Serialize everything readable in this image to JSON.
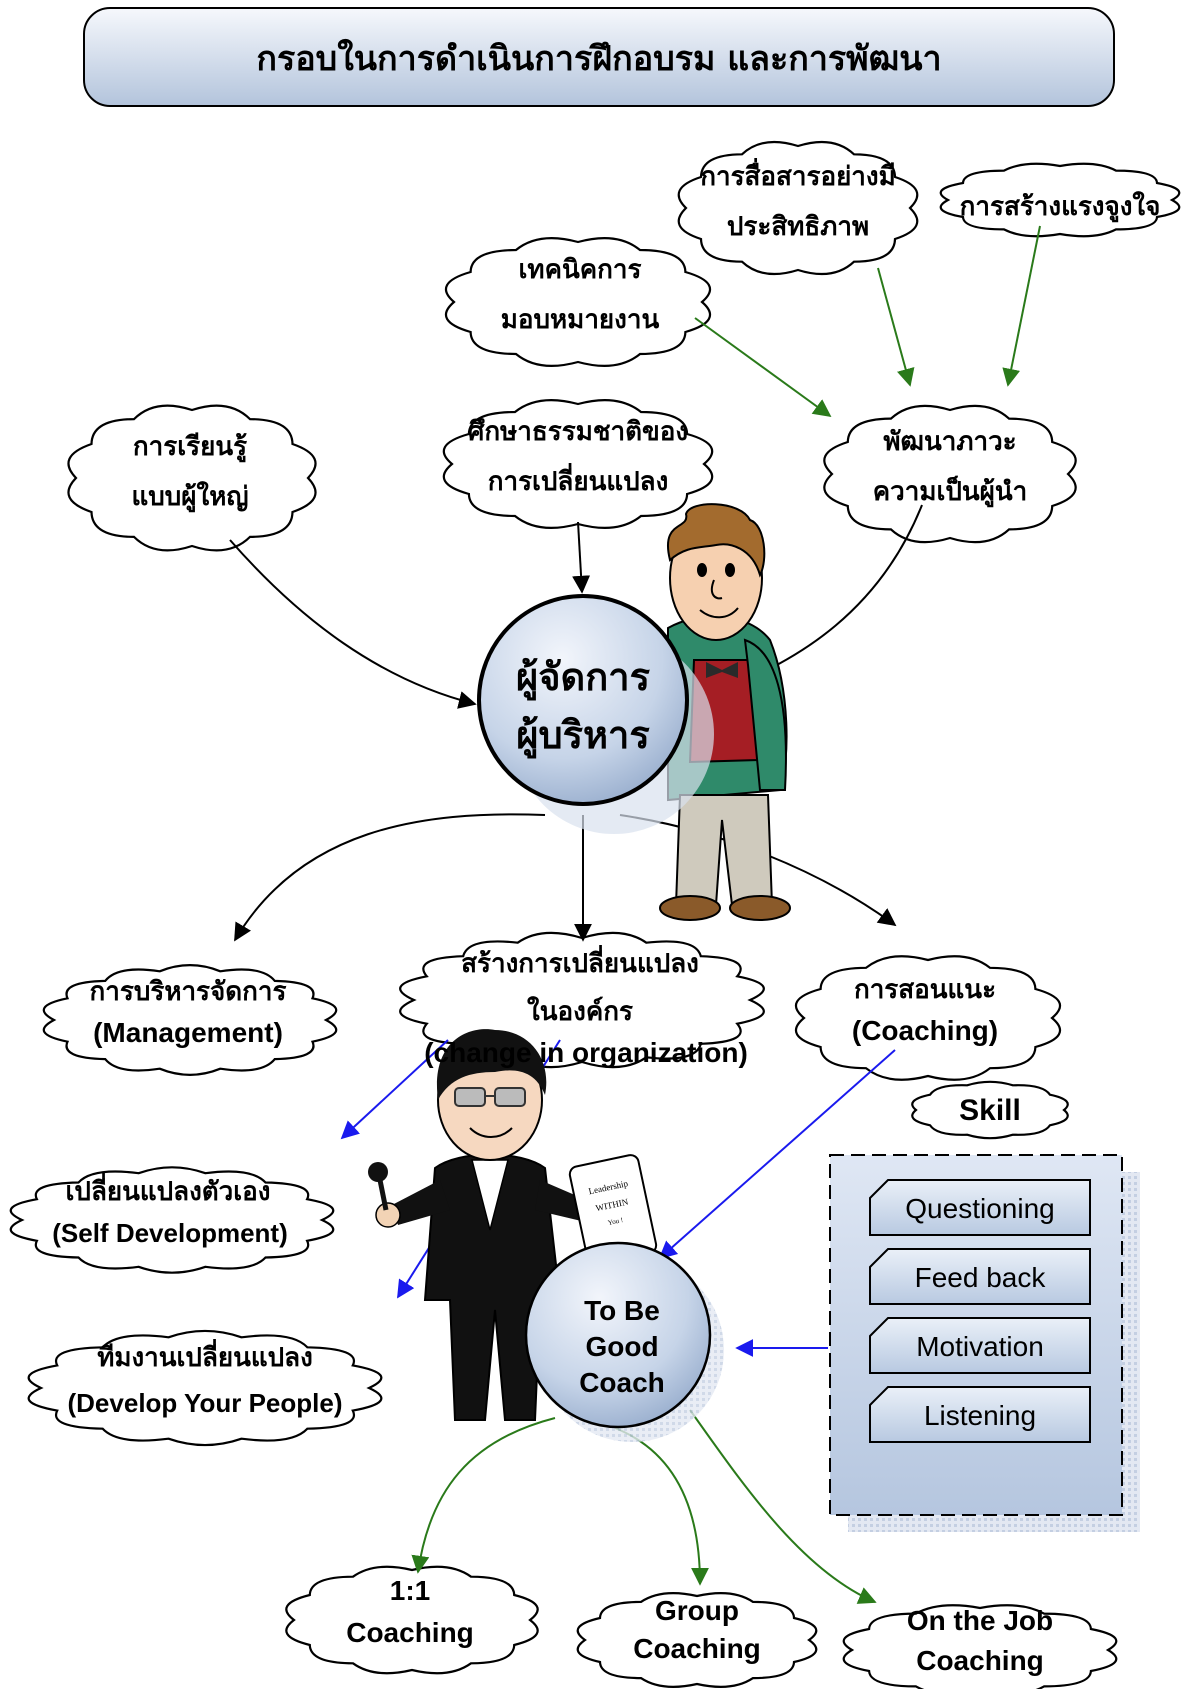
{
  "title": "กรอบในการดำเนินการฝึกอบรม และการพัฒนา",
  "center": {
    "line1": "ผู้จัดการ",
    "line2": "ผู้บริหาร"
  },
  "top_bubbles": {
    "communication": {
      "line1": "การสื่อสารอย่างมี",
      "line2": "ประสิทธิภาพ"
    },
    "motivation": {
      "line1": "การสร้างแรงจูงใจ"
    },
    "delegation": {
      "line1": "เทคนิคการ",
      "line2": "มอบหมายงาน"
    },
    "adult_learning": {
      "line1": "การเรียนรู้",
      "line2": "แบบผู้ใหญ่"
    },
    "nature_of_change": {
      "line1": "ศึกษาธรรมชาติของ",
      "line2": "การเปลี่ยนแปลง"
    },
    "leadership": {
      "line1": "พัฒนาภาวะ",
      "line2": "ความเป็นผู้นำ"
    }
  },
  "middle_bubbles": {
    "management": {
      "line1": "การบริหารจัดการ",
      "line2": "(Management)"
    },
    "change_org": {
      "line1": "สร้างการเปลี่ยนแปลง",
      "line2": "ในองค์กร",
      "line3": "(change in organization)"
    },
    "coaching": {
      "line1": "การสอนแนะ",
      "line2": "(Coaching)"
    }
  },
  "left_bubbles": {
    "self_dev": {
      "line1": "เปลี่ยนแปลงตัวเอง",
      "line2": "(Self Development)"
    },
    "people_dev": {
      "line1": "ทีมงานเปลี่ยนแปลง",
      "line2": "(Develop Your People)"
    }
  },
  "coach": {
    "line1": "To Be",
    "line2": "Good",
    "line3": "Coach"
  },
  "skill": {
    "label": "Skill",
    "items": [
      "Questioning",
      "Feed back",
      "Motivation",
      "Listening"
    ]
  },
  "paper_note": {
    "line1": "Leadership",
    "line2": "WITHIN",
    "line3": "You !"
  },
  "bottom_bubbles": {
    "one_on_one": {
      "line1": "1:1",
      "line2": "Coaching"
    },
    "group": {
      "line1": "Group",
      "line2": "Coaching"
    },
    "on_the_job": {
      "line1": "On the Job",
      "line2": "Coaching"
    }
  },
  "colors": {
    "title_fill_top": "#f4f7fb",
    "title_fill_bottom": "#b8c8de",
    "circle_fill_light": "#e8eef7",
    "circle_fill_dark": "#9fb4d2",
    "arrow_black": "#000000",
    "arrow_green": "#2a7a1a",
    "arrow_blue": "#1a1aee",
    "skill_box_fill": "#c9d7ec"
  }
}
